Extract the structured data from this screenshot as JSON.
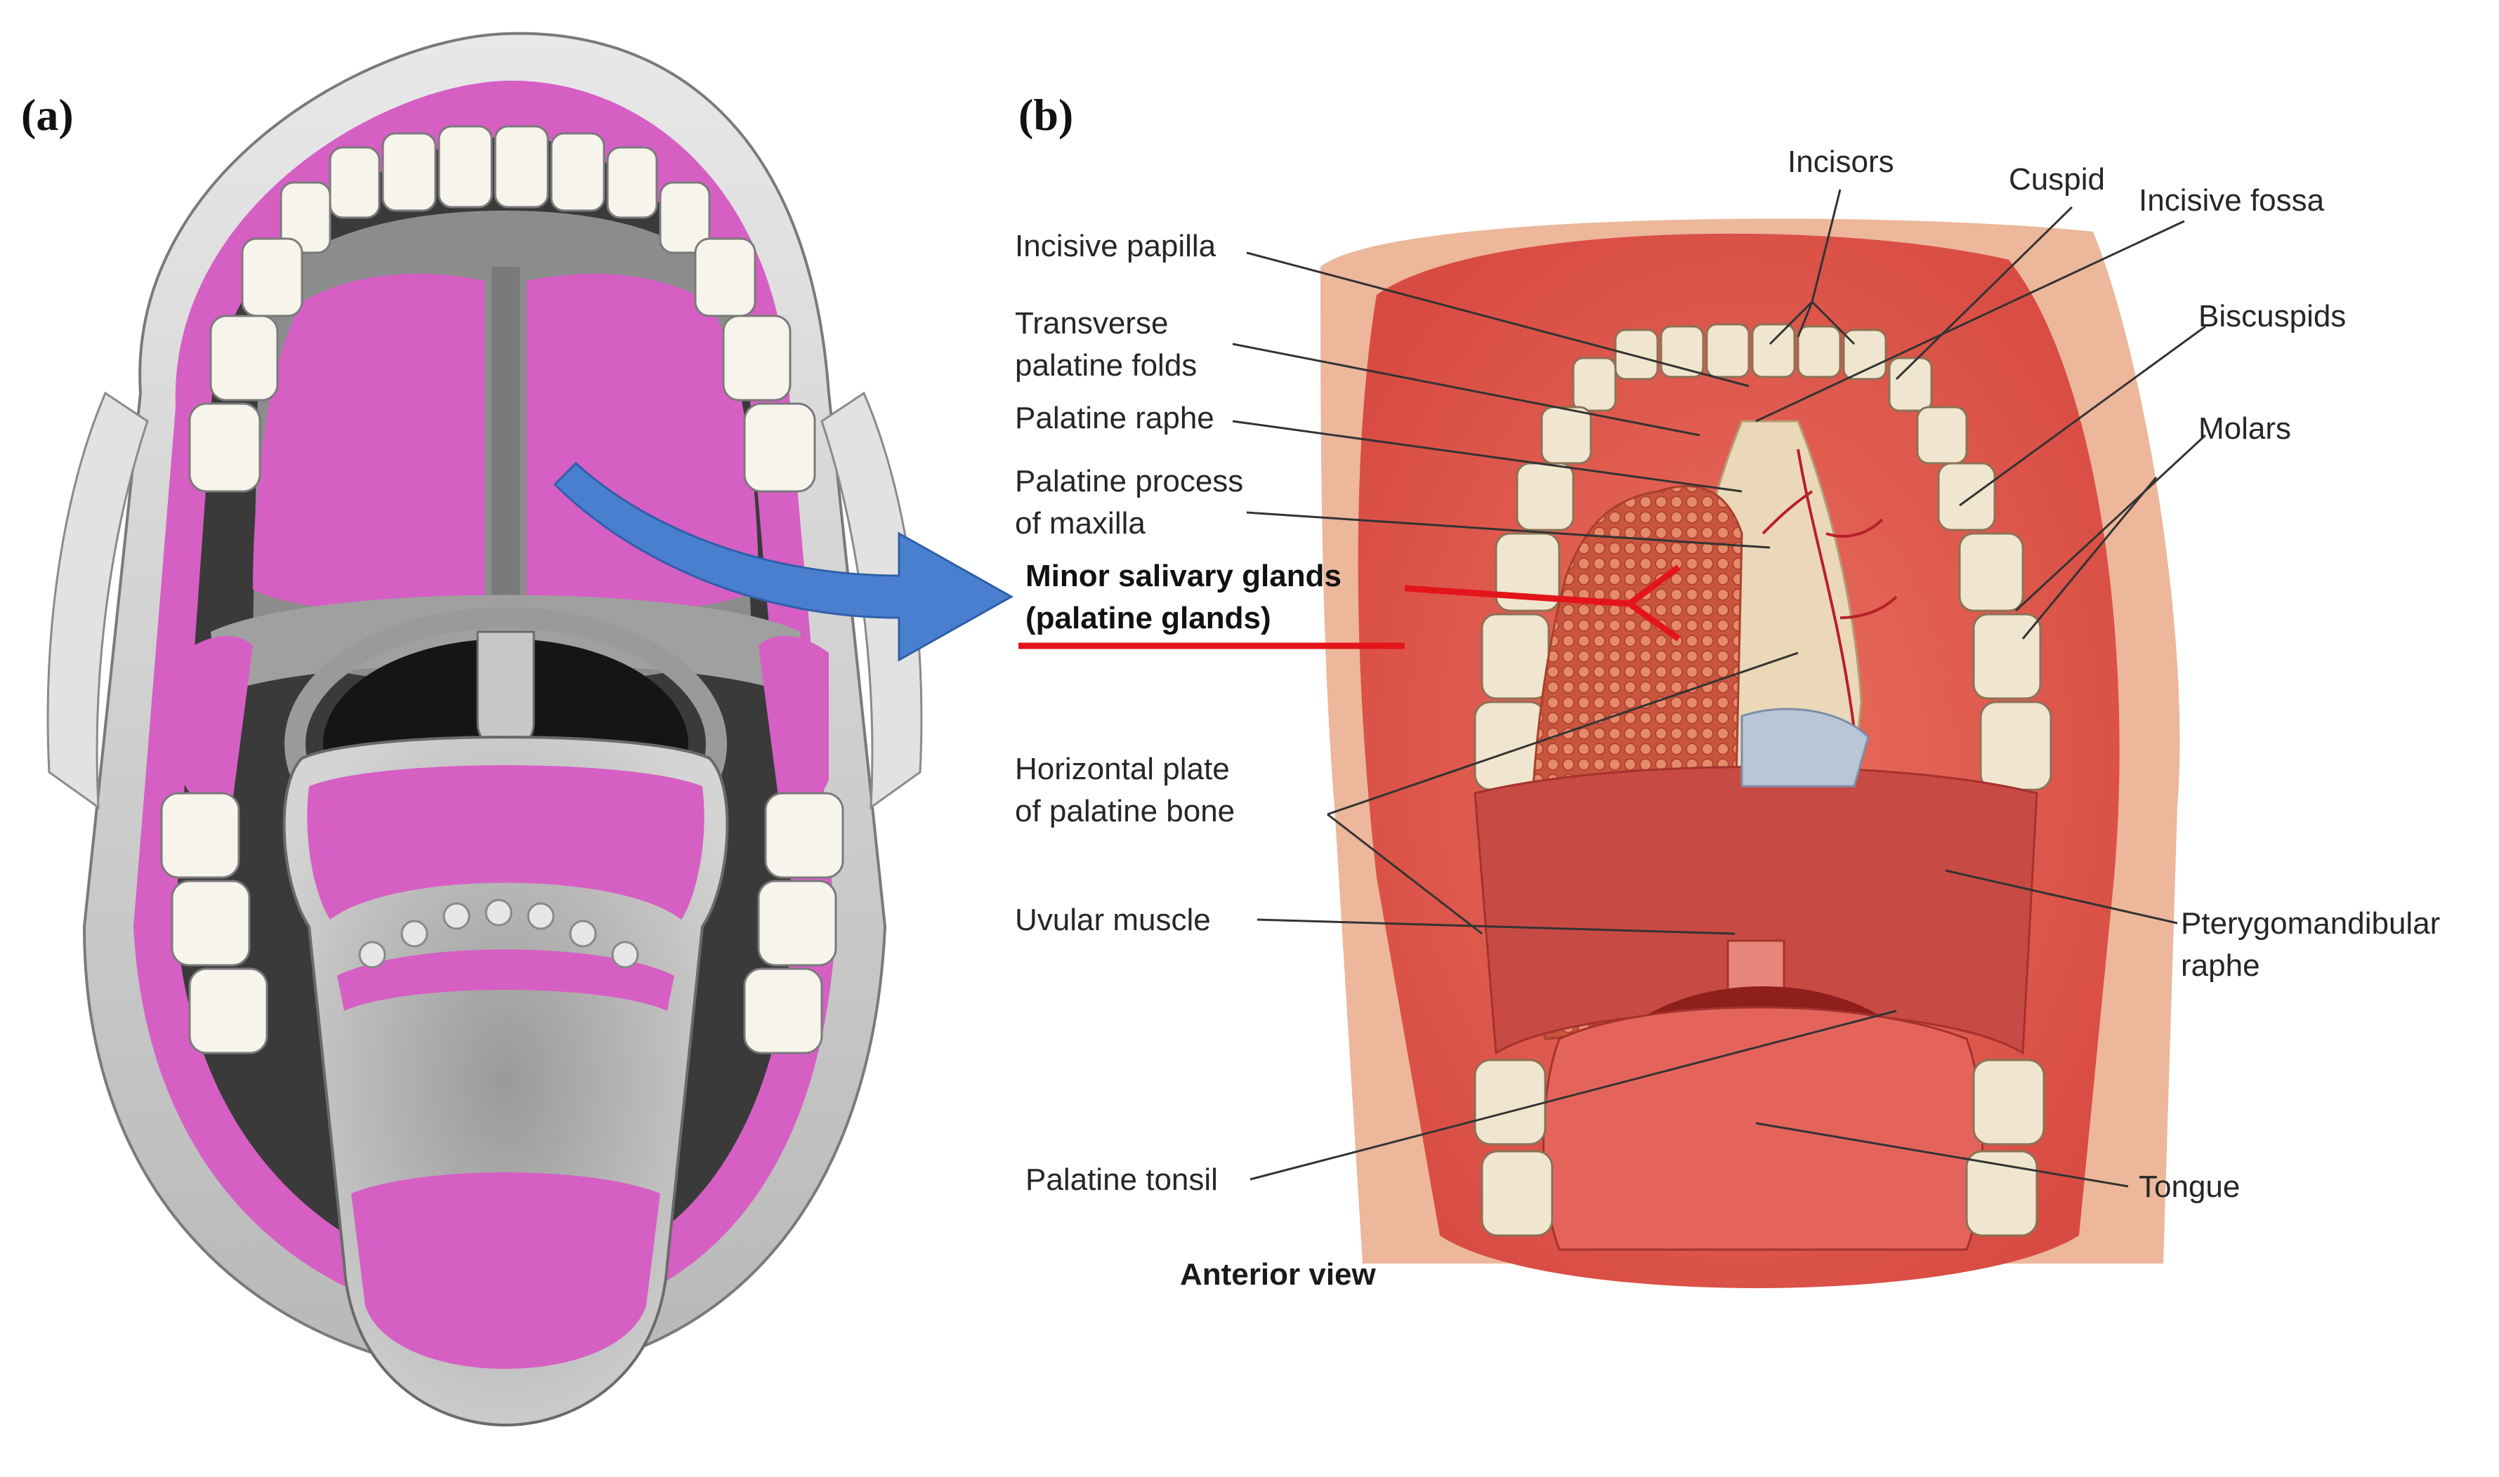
{
  "panels": {
    "a": "(a)",
    "b": "(b)"
  },
  "labels": {
    "incisors": "Incisors",
    "cuspid": "Cuspid",
    "incisive_fossa": "Incisive fossa",
    "incisive_papilla": "Incisive papilla",
    "transverse_palatine_folds_1": "Transverse",
    "transverse_palatine_folds_2": "palatine folds",
    "palatine_raphe": "Palatine raphe",
    "palatine_process_1": "Palatine process",
    "palatine_process_2": "of maxilla",
    "minor_salivary_1": "Minor salivary glands",
    "minor_salivary_2": "(palatine glands)",
    "biscuspids": "Biscuspids",
    "molars": "Molars",
    "horizontal_plate_1": "Horizontal plate",
    "horizontal_plate_2": "of palatine bone",
    "uvular_muscle": "Uvular muscle",
    "pterygomandibular_1": "Pterygomandibular",
    "pterygomandibular_2": "raphe",
    "palatine_tonsil": "Palatine tonsil",
    "tongue": "Tongue",
    "anterior_view": "Anterior view"
  },
  "colors": {
    "highlight_magenta": "#d65fc4",
    "arrow_blue": "#4a7fd0",
    "marker_red": "#e4141b",
    "tissue_red": "#df5a4f",
    "tooth_white": "#f7f4ec"
  }
}
